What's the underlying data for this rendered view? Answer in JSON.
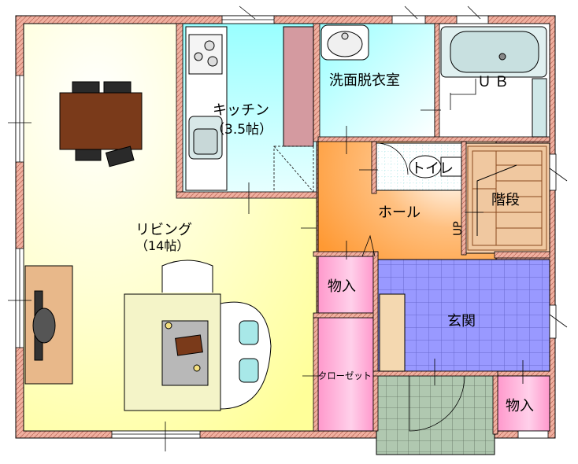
{
  "rooms": {
    "living": {
      "name": "リビング",
      "size": "（14帖）"
    },
    "kitchen": {
      "name": "キッチン",
      "size": "（3.5帖）"
    },
    "washroom": {
      "name": "洗面脱衣室"
    },
    "bath": {
      "name": "ＵＢ"
    },
    "toilet": {
      "name": "トイレ"
    },
    "stairs": {
      "name": "階段",
      "up_mark": "UP"
    },
    "hall": {
      "name": "ホール"
    },
    "storage_upper": {
      "name": "物入"
    },
    "closet": {
      "name": "クローゼット"
    },
    "entrance": {
      "name": "玄関"
    },
    "storage_lower": {
      "name": "物入"
    }
  },
  "colors": {
    "wall": "#e8a090",
    "living": "#ffff99",
    "kitchen": "#99ffff",
    "washroom": "#99ffff",
    "hall": "#ff9933",
    "storage": "#ff99cc",
    "entrance_tile": "#9999ff",
    "porch_tile": "#a8c0a8",
    "stairs": "#f0c8a0",
    "table": "#7a4a2a"
  }
}
